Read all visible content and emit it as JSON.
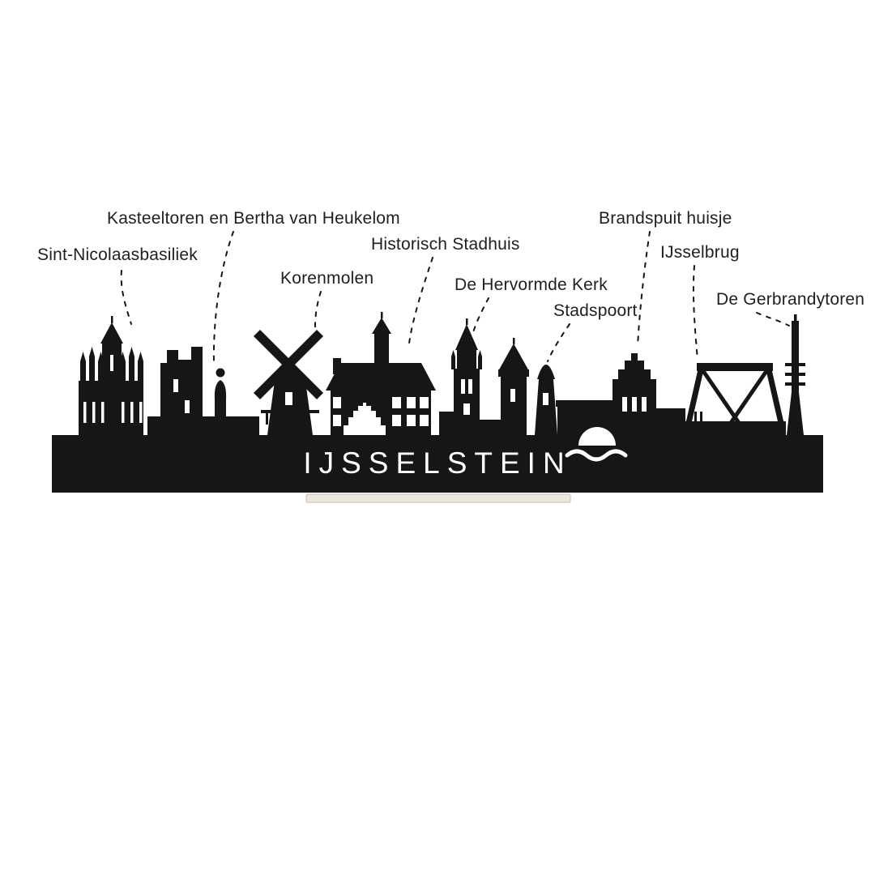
{
  "skyline": {
    "city_name": "IJSSELSTEIN",
    "silhouette_color": "#161616",
    "background_color": "#ffffff",
    "stand_color": "#ece6dc"
  },
  "labels": [
    {
      "id": "sint-nicolaasbasiliek",
      "text": "Sint-Nicolaasbasiliek"
    },
    {
      "id": "kasteeltoren-en-bertha-van-heukelom",
      "text": "Kasteeltoren en Bertha van Heukelom"
    },
    {
      "id": "korenmolen",
      "text": "Korenmolen"
    },
    {
      "id": "historisch-stadhuis",
      "text": "Historisch Stadhuis"
    },
    {
      "id": "de-hervormde-kerk",
      "text": "De Hervormde Kerk"
    },
    {
      "id": "stadspoort",
      "text": "Stadspoort"
    },
    {
      "id": "brandspuit-huisje",
      "text": "Brandspuit huisje"
    },
    {
      "id": "ijsselbrug",
      "text": "IJsselbrug"
    },
    {
      "id": "de-gerbrandytoren",
      "text": "De Gerbrandytoren"
    }
  ]
}
